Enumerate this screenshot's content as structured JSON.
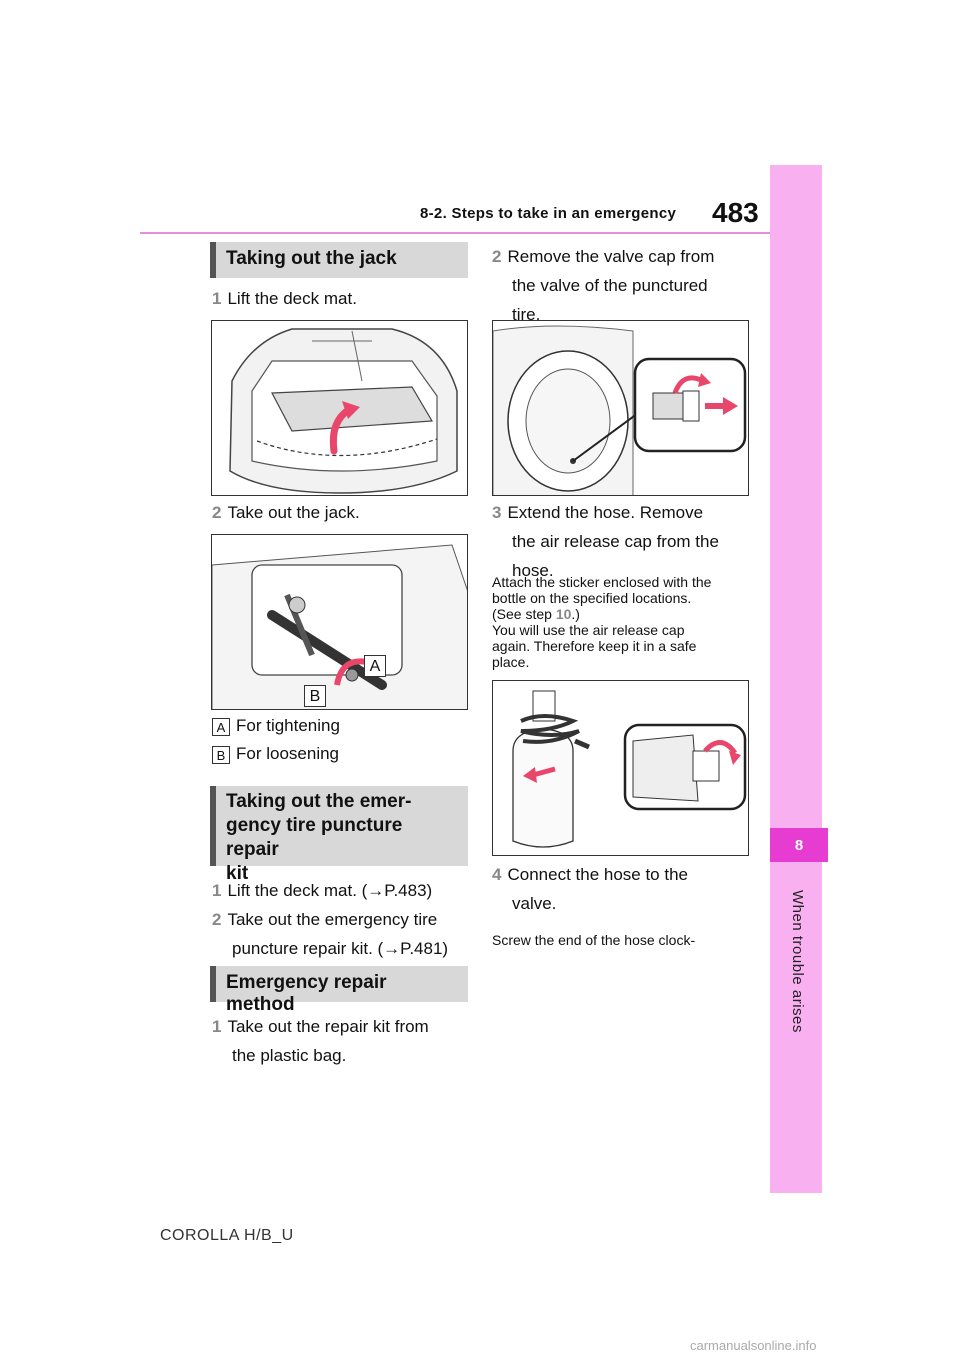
{
  "header": {
    "section": "8-2. Steps to take in an emergency",
    "page_number": "483"
  },
  "sidebar": {
    "chapter_number": "8",
    "chapter_label": "When trouble arises"
  },
  "left": {
    "sect1": "Taking out the jack",
    "step1": {
      "num": "1",
      "text": "Lift the deck mat."
    },
    "step2": {
      "num": "2",
      "text": "Take out the jack."
    },
    "fig2_labels": {
      "a": "A",
      "b": "B"
    },
    "legend": [
      {
        "tag": "A",
        "text": "For tightening"
      },
      {
        "tag": "B",
        "text": "For loosening"
      }
    ],
    "sect2_line1": "Taking out the emer-",
    "sect2_line2": "gency tire puncture repair",
    "sect2_line3": "kit",
    "step3": {
      "num": "1",
      "text": "Lift the deck mat. (→P.483)"
    },
    "step4": {
      "num": "2",
      "line1": "Take out the emergency tire",
      "line2": "puncture repair kit. (→P.481)"
    },
    "sect3": "Emergency repair method",
    "step5": {
      "num": "1",
      "line1": "Take out the repair kit from",
      "line2": "the plastic bag."
    }
  },
  "right": {
    "step2": {
      "num": "2",
      "line1": "Remove the valve cap from",
      "line2": "the valve of the punctured",
      "line3": "tire."
    },
    "step3": {
      "num": "3",
      "line1": "Extend the hose. Remove",
      "line2": "the air release cap from the",
      "line3": "hose."
    },
    "note3": {
      "line1": "Attach the sticker enclosed with the",
      "line2": "bottle on the specified locations.",
      "line3a": "(See step ",
      "line3b": "10",
      "line3c": ".)",
      "line4": "You will use the air release cap",
      "line5": "again. Therefore keep it in a safe",
      "line6": "place."
    },
    "step4": {
      "num": "4",
      "line1": "Connect the hose to the",
      "line2": "valve."
    },
    "note4": "Screw the end of the hose clock-"
  },
  "footer": "COROLLA H/B_U",
  "watermark": "carmanualsonline.info",
  "colors": {
    "accent": "#e63cd1",
    "strip": "#f9b0f0",
    "arrow": "#e8466a"
  }
}
